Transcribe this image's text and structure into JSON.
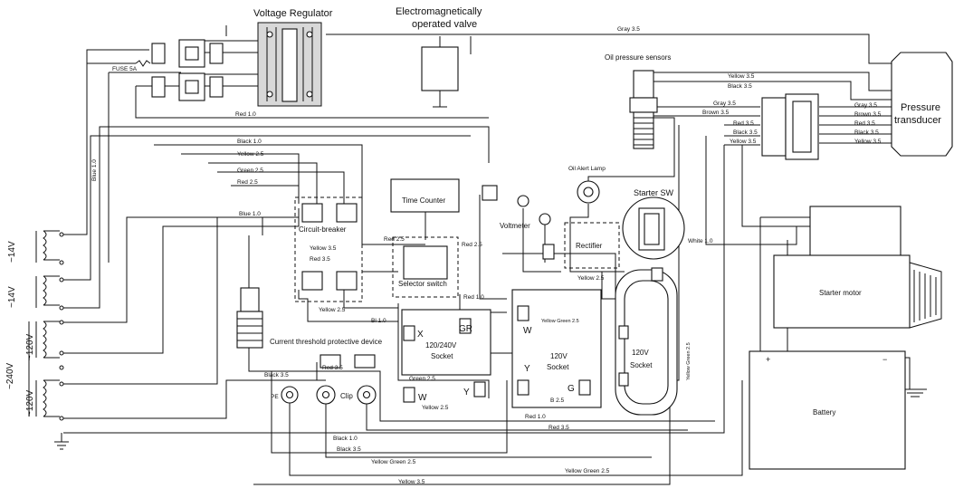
{
  "components": {
    "voltage_regulator": "Voltage Regulator",
    "valve_line1": "Electromagnetically",
    "valve_line2": "operated valve",
    "oil_pressure_sensors": "Oil pressure sensors",
    "pressure_transducer_1": "Pressure",
    "pressure_transducer_2": "transducer",
    "fuse": "FUSE 5A",
    "time_counter": "Time Counter",
    "circuit_breaker": "Circuit-breaker",
    "voltmeter": "Voltmeter",
    "oil_alert_lamp": "Oil Alert Lamp",
    "starter_sw": "Starter  SW",
    "rectifier": "Rectifier",
    "selector_switch": "Selector switch",
    "current_threshold": "Current threshold protective device",
    "socket_120_240_1": "120/240V",
    "socket_120_240_2": "Socket",
    "socket_120_1": "120V",
    "socket_120_2": "Socket",
    "socket_120b_1": "120V",
    "socket_120b_2": "Socket",
    "starter_motor": "Starter motor",
    "battery": "Battery",
    "clip": "Clip",
    "pe": "PE"
  },
  "terminals": {
    "x": "X",
    "w1": "W",
    "w2": "W",
    "gr": "GR",
    "y1": "Y",
    "y2": "Y",
    "g": "G"
  },
  "windings": {
    "v14a": "~14V",
    "v14b": "~14V",
    "v120a": "~120V",
    "v240": "~240V",
    "v120b": "~120V"
  },
  "wire_labels": {
    "gray35_top": "Gray 3.5",
    "yellow35_sensor": "Yellow 3.5",
    "black35_sensor": "Black 3.5",
    "gray35_conn": "Gray 3.5",
    "brown35_conn": "Brown 3.5",
    "red35_conn": "Red 3.5",
    "black35_conn": "Black 3.5",
    "yellow35_conn": "Yellow 3.5",
    "pt_gray": "Gray 3.5",
    "pt_brown": "Brown 3.5",
    "pt_red": "Red 3.5",
    "pt_black": "Black 3.5",
    "pt_yellow": "Yellow 3.5",
    "red10_top": "Red 1.0",
    "black10": "Black 1.0",
    "yellow25": "Yellow 2.5",
    "green25": "Green 2.5",
    "red25": "Red 2.5",
    "blue10_left": "Blue 1.0",
    "blue10_mid": "Blue 1.0",
    "yellow35_cb": "Yellow 3.5",
    "red35_cb": "Red 3.5",
    "red25_sel": "Red 2.5",
    "red25_volt": "Red 2.5",
    "white10": "White 1.0",
    "yellow25_rect": "Yellow 2.5",
    "red10_sel": "Red 1.0",
    "yellow25_sock": "Yellow 2.5",
    "bl10": "Bl 1.0",
    "yellow_green_25": "Yellow Green 2.5",
    "yellow_green_vert": "Yellow Green 2.5",
    "black35_left": "Black 3.5",
    "red35_left": "Red 3.5",
    "green25_sock": "Green 2.5",
    "yellow25_w": "Yellow 2.5",
    "b25": "B 2.5",
    "red10_bottom": "Red 1.0",
    "red35_bottom": "Red 3.5",
    "black10_bottom": "Black 1.0",
    "black35_bottom": "Black 3.5",
    "yellow_green_bottom1": "Yellow Green 2.5",
    "yellow_green_bottom2": "Yellow Green 2.5",
    "yellow35_bottom": "Yellow 3.5"
  }
}
